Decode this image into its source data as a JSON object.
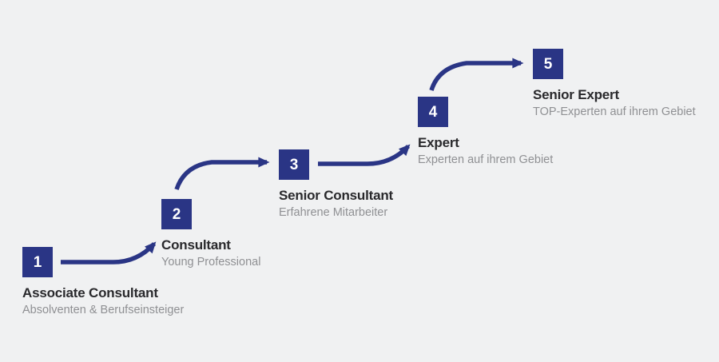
{
  "diagram": {
    "type": "career-ladder",
    "steps": [
      {
        "number": "1",
        "title": "Associate Consultant",
        "subtitle": "Absolventen & Berufseinsteiger"
      },
      {
        "number": "2",
        "title": "Consultant",
        "subtitle": "Young Professional"
      },
      {
        "number": "3",
        "title": "Senior Consultant",
        "subtitle": "Erfahrene Mitarbeiter"
      },
      {
        "number": "4",
        "title": "Expert",
        "subtitle": "Experten auf ihrem Gebiet"
      },
      {
        "number": "5",
        "title": "Senior Expert",
        "subtitle": "TOP-Experten auf ihrem Gebiet"
      }
    ]
  },
  "icons": [
    {
      "name": "arrow-step-1-to-2",
      "shape": "curved-arrow-up-right"
    },
    {
      "name": "arrow-step-2-to-3",
      "shape": "curved-arrow-right"
    },
    {
      "name": "arrow-step-3-to-4",
      "shape": "curved-arrow-up-right"
    },
    {
      "name": "arrow-step-4-to-5",
      "shape": "curved-arrow-right"
    }
  ],
  "colors": {
    "accent": "#2a3585",
    "title_text": "#29292c",
    "subtitle_text": "#8f9093",
    "background": "#f0f1f2",
    "number_text": "#ffffff"
  }
}
